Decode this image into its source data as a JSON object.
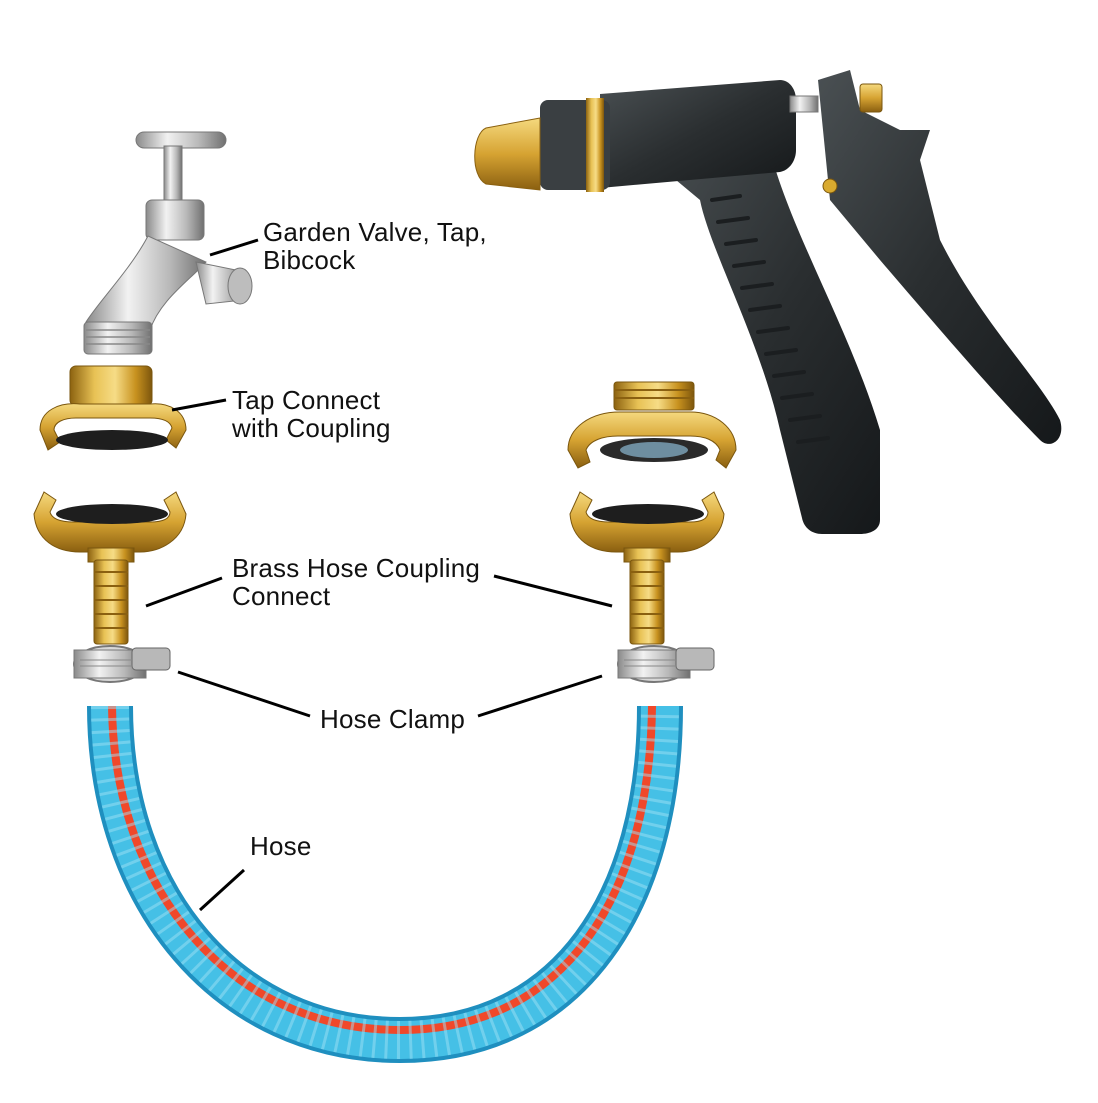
{
  "labels": {
    "garden_valve": {
      "line1": "Garden Valve, Tap,",
      "line2": "Bibcock"
    },
    "tap_connect": {
      "line1": "Tap Connect",
      "line2": "with Coupling"
    },
    "brass_coupling": {
      "line1": "Brass Hose Coupling",
      "line2": "Connect"
    },
    "hose_clamp": "Hose Clamp",
    "hose": "Hose"
  },
  "colors": {
    "brass": "#d9aa2f",
    "brass_dark": "#9a6e12",
    "chrome": "#c9c9c9",
    "hose_blue": "#38b6dc",
    "hose_stripe": "#f0482a",
    "gun_body": "#2b2f31",
    "leader_line": "#000000"
  },
  "icons": [
    "tap-icon",
    "coupling-icon",
    "hose-clamp-icon",
    "hose-icon",
    "spray-gun-icon"
  ]
}
